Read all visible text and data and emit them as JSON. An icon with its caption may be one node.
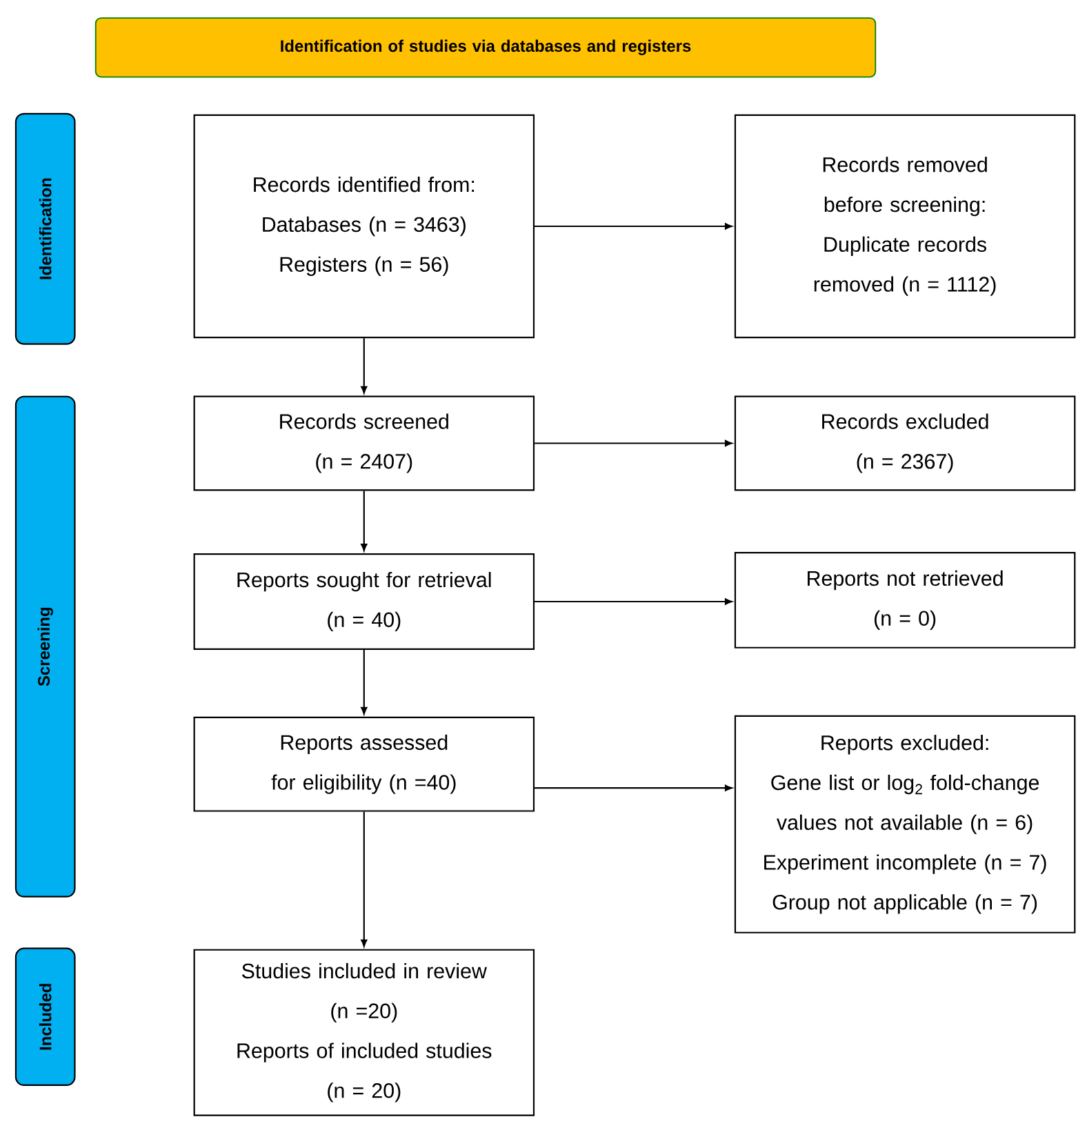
{
  "diagram": {
    "nodes": [
      {
        "text": [
          "Identification of studies via databases and registers"
        ]
      },
      {
        "text": [
          "Identification"
        ]
      },
      {
        "text": [
          "Screening"
        ]
      },
      {
        "text": [
          "Included"
        ]
      },
      {
        "text": [
          "Records identified from:",
          "Databases (n = 3463)",
          "Registers (n = 56)"
        ]
      },
      {
        "text": [
          "Records removed before screening:",
          "Duplicate records removed (n = 1112)"
        ]
      },
      {
        "text": [
          "Records screened",
          "(n = 2407)"
        ]
      },
      {
        "text": [
          "Records excluded",
          "(n = 2367)"
        ]
      },
      {
        "text": [
          "Reports sought for retrieval",
          "(n = 40)"
        ]
      },
      {
        "text": [
          "Reports not retrieved",
          "(n = 0)"
        ]
      },
      {
        "text": [
          "Reports assessed for eligibility (n =40)"
        ]
      },
      {
        "text": [
          "Reports excluded:",
          "Gene list or log$_{2}$ fold-change values not available (n = 6)",
          "Experiment incomplete (n = 7)",
          "Group not applicable (n = 7)"
        ]
      },
      {
        "text": [
          "Studies included in review",
          "(n =20)",
          "Reports of included studies",
          "(n = 20)"
        ]
      }
    ],
    "edges": [
      {
        "from": 4,
        "to": 5,
        "arrow": "to"
      },
      {
        "from": 4,
        "to": 6,
        "arrow": "to"
      },
      {
        "from": 6,
        "to": 7,
        "arrow": "to"
      },
      {
        "from": 6,
        "to": 8,
        "arrow": "to"
      },
      {
        "from": 8,
        "to": 9,
        "arrow": "to"
      },
      {
        "from": 8,
        "to": 10,
        "arrow": "to"
      },
      {
        "from": 10,
        "to": 11,
        "arrow": "to"
      },
      {
        "from": 10,
        "to": 12,
        "arrow": "to"
      }
    ]
  }
}
